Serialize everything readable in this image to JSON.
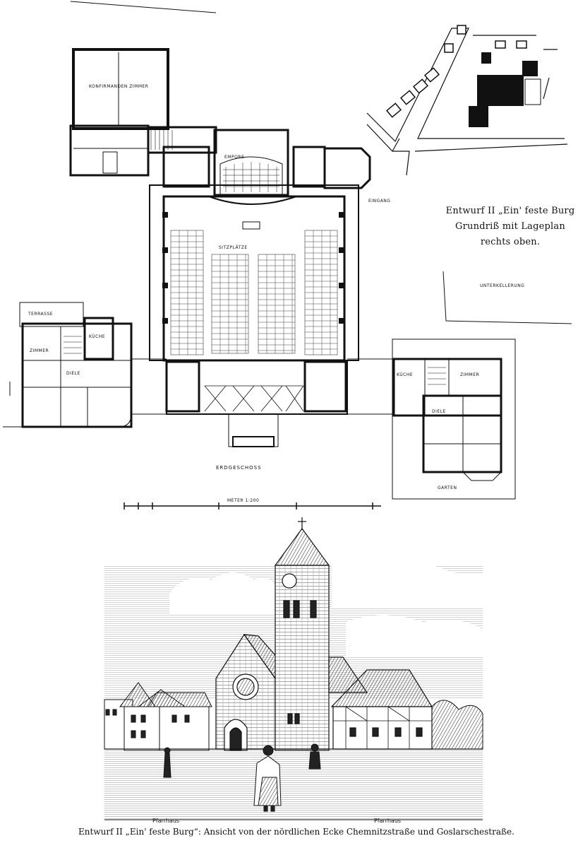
{
  "plan": {
    "room_labels": {
      "konfirmanden": "KONFIRMANDEN ZIMMER",
      "sitzplaetze": "SITZPLÄTZE",
      "sangerbuehne": "EMPORE",
      "garten": "GARTEN",
      "terrasse": "TERRASSE",
      "zimmer_left": "ZIMMER",
      "kueche_left": "KÜCHE",
      "diele_left": "DIELE",
      "zimmer_right": "ZIMMER",
      "diele_right": "DIELE",
      "kueche_right": "KÜCHE",
      "erdgeschoss": "ERDGESCHOSS",
      "eingang": "EINGANG",
      "unterkellerung": "UNTERKELLERUNG"
    },
    "scale_label": "METER 1:200"
  },
  "caption_side": {
    "line1": "Entwurf II „Ein' feste Burg",
    "line2": "Grundriß mit Lageplan",
    "line3": "rechts oben."
  },
  "illustration": {
    "pfarrhaus_left": "Pfarrhaus",
    "pfarrhaus_right": "Pfarrhaus"
  },
  "bottom_caption": "Entwurf II „Ein' feste Burg“: Ansicht von der nördlichen Ecke Chemnitzstraße und Goslarschestraße."
}
